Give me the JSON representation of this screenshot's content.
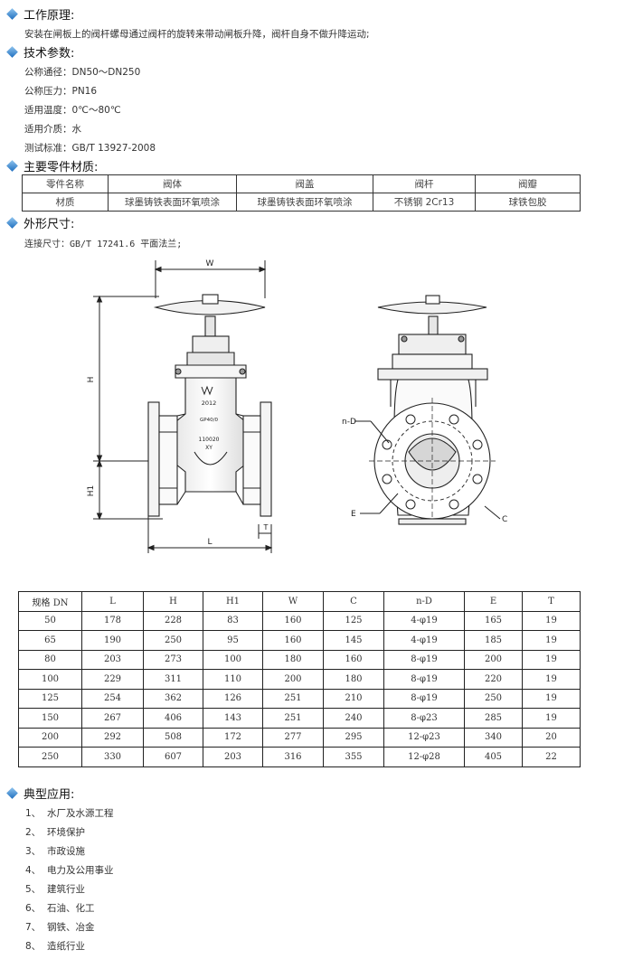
{
  "working_principle": {
    "heading": "工作原理:",
    "text": "安装在闸板上的阀杆螺母通过阀杆的旋转来带动闸板升降，阀杆自身不做升降运动;"
  },
  "tech_params": {
    "heading": "技术参数:",
    "items": [
      "公称通径：DN50～DN250",
      "公称压力：PN16",
      "适用温度：0℃～80℃",
      "适用介质：水",
      "测试标准：GB/T 13927-2008"
    ]
  },
  "materials": {
    "heading": "主要零件材质:",
    "header": [
      "零件名称",
      "阀体",
      "阀盖",
      "阀杆",
      "阀瓣"
    ],
    "row": [
      "材质",
      "球墨铸铁表面环氧喷涂",
      "球墨铸铁表面环氧喷涂",
      "不锈钢 2Cr13",
      "球铁包胶"
    ]
  },
  "dimensions": {
    "heading": "外形尺寸:",
    "connection": "连接尺寸：GB/T 17241.6 平面法兰;",
    "drawing_labels": {
      "W": "W",
      "H": "H",
      "H1": "H1",
      "L": "L",
      "T": "T",
      "nD": "n-D",
      "E": "E",
      "C": "C",
      "body_mark1": "2012",
      "body_mark2": "GP40/0",
      "body_mark3": "110020",
      "body_mark4": "XY"
    }
  },
  "spec_table": {
    "header": [
      "规格 DN",
      "L",
      "H",
      "H1",
      "W",
      "C",
      "n-D",
      "E",
      "T"
    ],
    "rows": [
      [
        "50",
        "178",
        "228",
        "83",
        "160",
        "125",
        "4-φ19",
        "165",
        "19"
      ],
      [
        "65",
        "190",
        "250",
        "95",
        "160",
        "145",
        "4-φ19",
        "185",
        "19"
      ],
      [
        "80",
        "203",
        "273",
        "100",
        "180",
        "160",
        "8-φ19",
        "200",
        "19"
      ],
      [
        "100",
        "229",
        "311",
        "110",
        "200",
        "180",
        "8-φ19",
        "220",
        "19"
      ],
      [
        "125",
        "254",
        "362",
        "126",
        "251",
        "210",
        "8-φ19",
        "250",
        "19"
      ],
      [
        "150",
        "267",
        "406",
        "143",
        "251",
        "240",
        "8-φ23",
        "285",
        "19"
      ],
      [
        "200",
        "292",
        "508",
        "172",
        "277",
        "295",
        "12-φ23",
        "340",
        "20"
      ],
      [
        "250",
        "330",
        "607",
        "203",
        "316",
        "355",
        "12-φ28",
        "405",
        "22"
      ]
    ]
  },
  "applications": {
    "heading": "典型应用:",
    "items": [
      {
        "num": "1、",
        "text": "水厂及水源工程"
      },
      {
        "num": "2、",
        "text": "环境保护"
      },
      {
        "num": "3、",
        "text": "市政设施"
      },
      {
        "num": "4、",
        "text": "电力及公用事业"
      },
      {
        "num": "5、",
        "text": "建筑行业"
      },
      {
        "num": "6、",
        "text": "石油、化工"
      },
      {
        "num": "7、",
        "text": "钢铁、冶金"
      },
      {
        "num": "8、",
        "text": "造纸行业"
      }
    ]
  },
  "colors": {
    "accent": "#1f6fbf",
    "text": "#333333",
    "line": "#222222"
  },
  "icons": {
    "section_bullet": "diamond-icon"
  }
}
